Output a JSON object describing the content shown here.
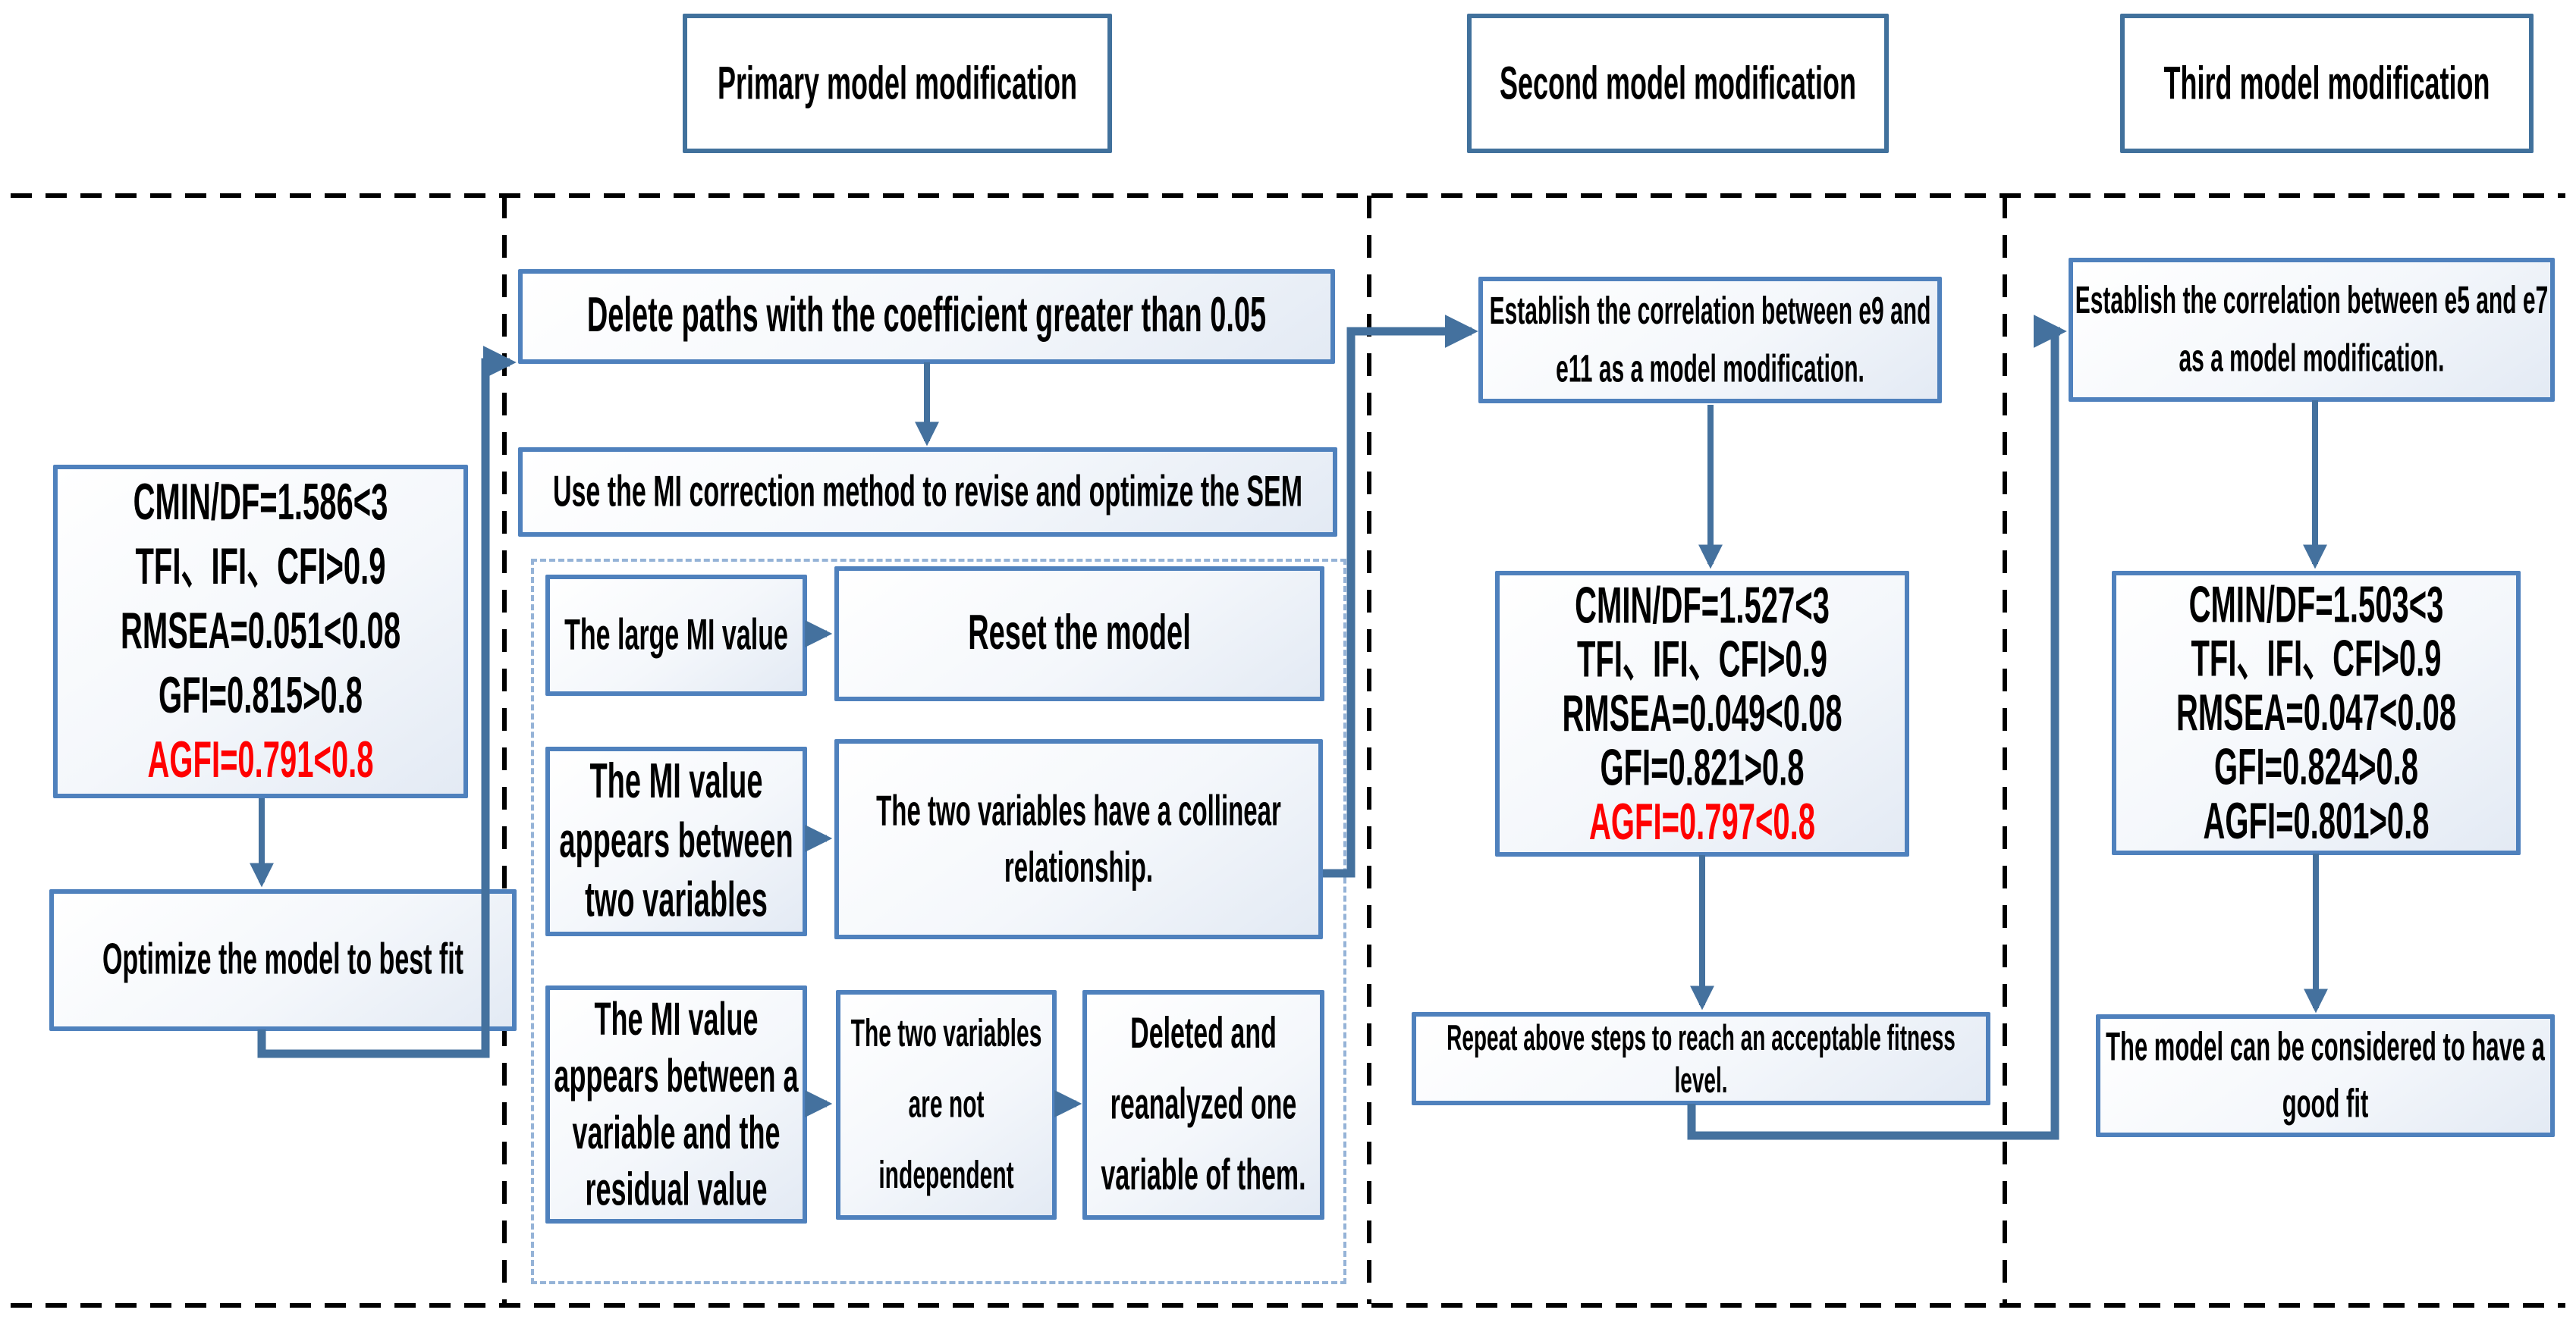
{
  "headers": [
    "Primary model modification",
    "Second model modification",
    "Third model modification"
  ],
  "col1": {
    "stats_initial": [
      "CMIN/DF=1.586<3",
      "TFI、IFI、CFI>0.9",
      "RMSEA=0.051<0.08",
      "GFI=0.815>0.8",
      "AGFI=0.791<0.8"
    ],
    "optimize": "Optimize the model  to best fit"
  },
  "col2": {
    "delete_paths": "Delete paths with the coefficient greater than 0.05",
    "use_mi": "Use the MI correction method to revise and optimize the SEM",
    "mi_cases": [
      {
        "condition": "The large MI value",
        "results": [
          "Reset the model"
        ]
      },
      {
        "condition": "The MI value appears between two variables",
        "results": [
          "The two variables have a collinear relationship."
        ]
      },
      {
        "condition": "The MI value appears between a variable and the residual value",
        "results": [
          "The two variables are not independent",
          "Deleted and reanalyzed one variable of them."
        ]
      }
    ]
  },
  "col3": {
    "establish": "Establish  the correlation between e9 and e11 as a model modification.",
    "stats_second": [
      "CMIN/DF=1.527<3",
      "TFI、IFI、CFI>0.9",
      "RMSEA=0.049<0.08",
      "GFI=0.821>0.8",
      "AGFI=0.797<0.8"
    ],
    "repeat": "Repeat above steps to reach an acceptable fitness level."
  },
  "col4": {
    "establish": "Establish  the correlation between e5 and e7 as a model modification.",
    "stats_third": [
      "CMIN/DF=1.503<3",
      "TFI、IFI、CFI>0.9",
      "RMSEA=0.047<0.08",
      "GFI=0.824>0.8",
      "AGFI=0.801>0.8"
    ],
    "good_fit": "The model can be considered to have a good fit"
  },
  "colors": {
    "box_border": "#4f81bd",
    "header_border": "#41719c",
    "box_fill_light": "#ffffff",
    "box_fill_shade": "#e3eaf4",
    "arrow": "#44719e",
    "frame_dash": "#000000",
    "container_dash": "#95b3d7",
    "fail_text": "#ff0000"
  }
}
